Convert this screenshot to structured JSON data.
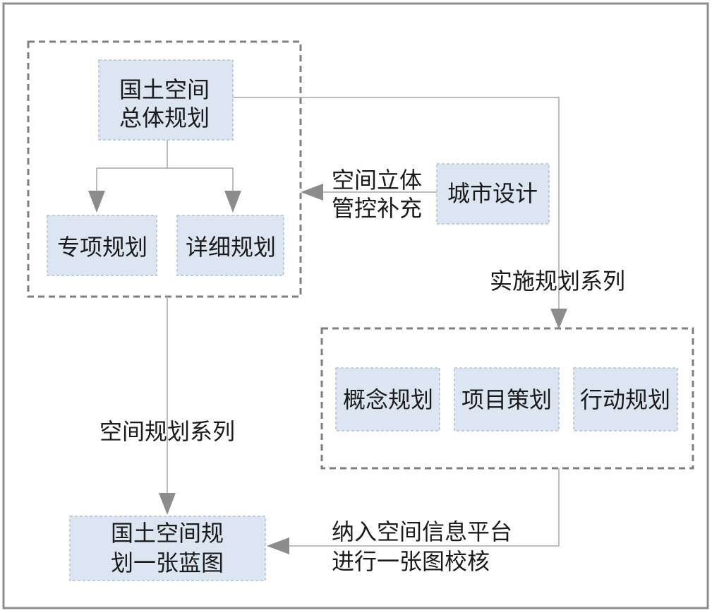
{
  "colors": {
    "node_fill": "#dce6f2",
    "node_border": "#b3c0d3",
    "group_border": "#7f7f7f",
    "connector": "#a6a6a6",
    "arrowhead": "#8c8c8c",
    "text": "#1a1a1a"
  },
  "diagram": {
    "nodes": {
      "master_plan": {
        "line1": "国土空间",
        "line2": "总体规划"
      },
      "special_plan": "专项规划",
      "detailed_plan": "详细规划",
      "urban_design": "城市设计",
      "concept_plan": "概念规划",
      "project_plan": "项目策划",
      "action_plan": "行动规划",
      "blueprint": {
        "line1": "国土空间规",
        "line2": "划一张蓝图"
      }
    },
    "edge_labels": {
      "spatial_control": {
        "line1": "空间立体",
        "line2": "管控补充"
      },
      "implementation_series": "实施规划系列",
      "spatial_series": "空间规划系列",
      "platform": {
        "line1": "纳入空间信息平台",
        "line2": "进行一张图校核"
      }
    }
  }
}
